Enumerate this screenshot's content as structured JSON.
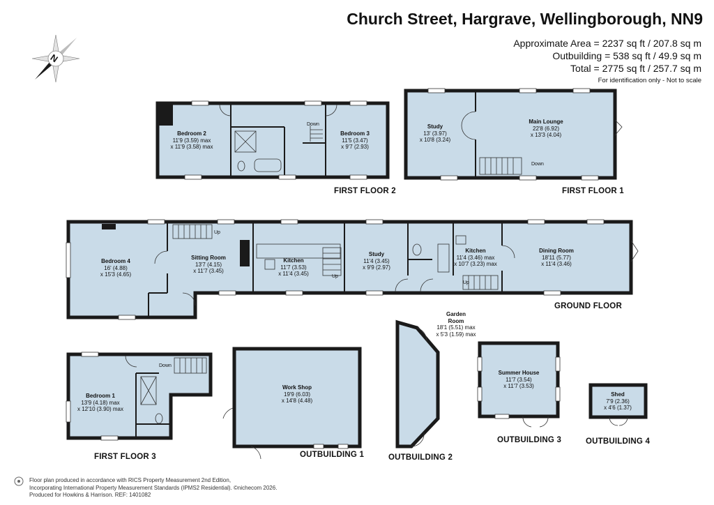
{
  "header": {
    "title": "Church Street, Hargrave, Wellingborough, NN9",
    "area_main": "Approximate Area = 2237 sq ft / 207.8 sq m",
    "area_outbuilding": "Outbuilding = 538 sq ft / 49.9 sq m",
    "area_total": "Total = 2775 sq ft / 257.7 sq m",
    "note": "For identification only - Not to scale"
  },
  "compass": {
    "label": "N",
    "icon": "compass-icon"
  },
  "floors": {
    "first_floor_2": "FIRST FLOOR 2",
    "first_floor_1": "FIRST FLOOR 1",
    "ground_floor": "GROUND FLOOR",
    "first_floor_3": "FIRST FLOOR 3",
    "outbuilding_1": "OUTBUILDING 1",
    "outbuilding_2": "OUTBUILDING 2",
    "outbuilding_3": "OUTBUILDING 3",
    "outbuilding_4": "OUTBUILDING 4"
  },
  "rooms": {
    "bedroom2": {
      "name": "Bedroom 2",
      "d1": "11'9 (3.59) max",
      "d2": "x 11'9 (3.58) max"
    },
    "bedroom3": {
      "name": "Bedroom 3",
      "d1": "11'5 (3.47)",
      "d2": "x 9'7 (2.93)"
    },
    "study_ff1": {
      "name": "Study",
      "d1": "13' (3.97)",
      "d2": "x 10'8 (3.24)"
    },
    "main_lounge": {
      "name": "Main Lounge",
      "d1": "22'8 (6.92)",
      "d2": "x 13'3 (4.04)"
    },
    "bedroom4": {
      "name": "Bedroom 4",
      "d1": "16' (4.88)",
      "d2": "x 15'3 (4.65)"
    },
    "sitting_room": {
      "name": "Sitting Room",
      "d1": "13'7 (4.15)",
      "d2": "x 11'7 (3.45)"
    },
    "kitchen1": {
      "name": "Kitchen",
      "d1": "11'7 (3.53)",
      "d2": "x 11'4 (3.45)"
    },
    "study_gf": {
      "name": "Study",
      "d1": "11'4 (3.45)",
      "d2": "x 9'9 (2.97)"
    },
    "kitchen2": {
      "name": "Kitchen",
      "d1": "11'4 (3.46) max",
      "d2": "x 10'7 (3.23) max"
    },
    "dining_room": {
      "name": "Dining Room",
      "d1": "18'11 (5.77)",
      "d2": "x 11'4 (3.46)"
    },
    "garden_room": {
      "name": "Garden",
      "name2": "Room",
      "d1": "18'1 (5.51) max",
      "d2": "x 5'3 (1.59) max"
    },
    "bedroom1": {
      "name": "Bedroom 1",
      "d1": "13'9 (4.18) max",
      "d2": "x 12'10 (3.90) max"
    },
    "workshop": {
      "name": "Work Shop",
      "d1": "19'9 (6.03)",
      "d2": "x 14'8 (4.48)"
    },
    "summer_house": {
      "name": "Summer House",
      "d1": "11'7 (3.54)",
      "d2": "x 11'7 (3.53)"
    },
    "shed": {
      "name": "Shed",
      "d1": "7'9 (2.36)",
      "d2": "x 4'6 (1.37)"
    }
  },
  "stair_labels": {
    "down": "Down",
    "up": "Up"
  },
  "footer": {
    "line1": "Floor plan produced in accordance with RICS Property Measurement 2nd Edition,",
    "line2": "Incorporating International Property Measurement Standards (IPMS2 Residential). ©nichecom 2026.",
    "line3": "Produced for Howkins & Harrison.   REF: 1401082"
  },
  "colors": {
    "room_fill": "#c9dbe8",
    "wall": "#1a1a1a"
  }
}
